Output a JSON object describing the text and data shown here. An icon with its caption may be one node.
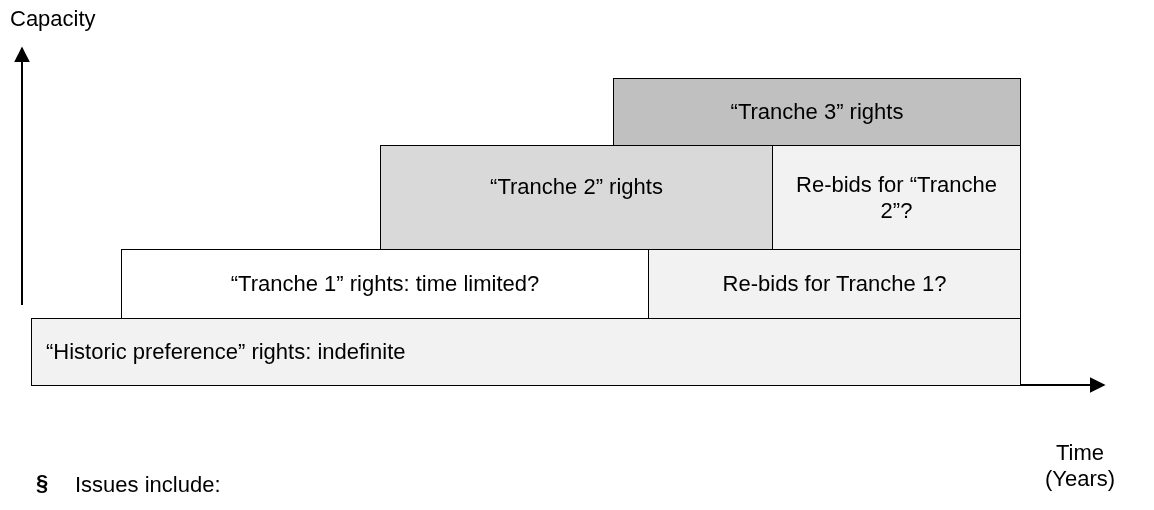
{
  "diagram": {
    "nodes": [
      {
        "text": [
          "“Tranche 3” rights"
        ]
      },
      {
        "text": [
          "“Tranche 2” rights"
        ]
      },
      {
        "text": [
          "Re-bids for “Tranche 2”?"
        ]
      },
      {
        "text": [
          "“Tranche 1” rights: time limited?"
        ]
      },
      {
        "text": [
          "Re-bids for Tranche 1?"
        ]
      },
      {
        "text": [
          "“Historic preference” rights: indefinite"
        ]
      }
    ],
    "edges": [],
    "labels": [
      "Capacity",
      "Time (Years)",
      "§",
      "Issues include:"
    ]
  }
}
